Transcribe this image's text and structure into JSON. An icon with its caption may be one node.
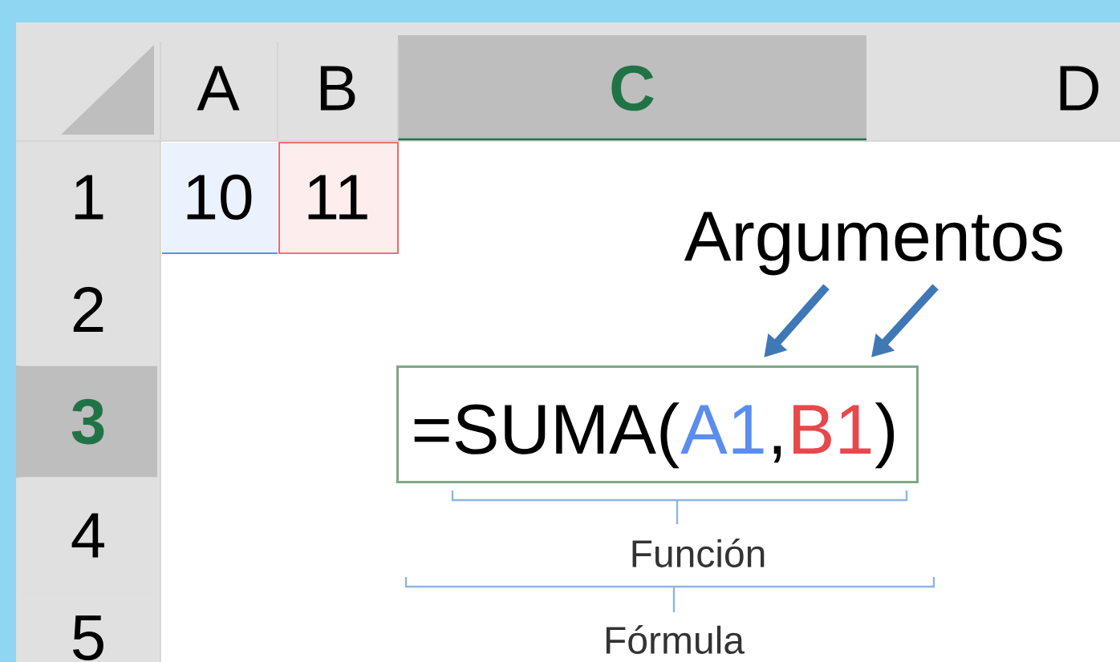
{
  "diagram": {
    "nodes": [
      {
        "text": [
          "Argumentos"
        ]
      },
      {
        "text": [
          "=SUMA(",
          ",",
          ")"
        ]
      },
      {
        "text": [
          "A1"
        ],
        "in": 1
      },
      {
        "text": [
          "B1"
        ],
        "in": 1
      }
    ],
    "edges": [
      {
        "from": 0,
        "to": 2,
        "arrow": "to"
      },
      {
        "from": 0,
        "to": 3,
        "arrow": "to"
      }
    ],
    "labels": [
      "A",
      "B",
      "C",
      "D",
      "1",
      "10",
      "11",
      "2",
      "3",
      "4",
      "Función",
      "5",
      "Fórmula"
    ]
  }
}
